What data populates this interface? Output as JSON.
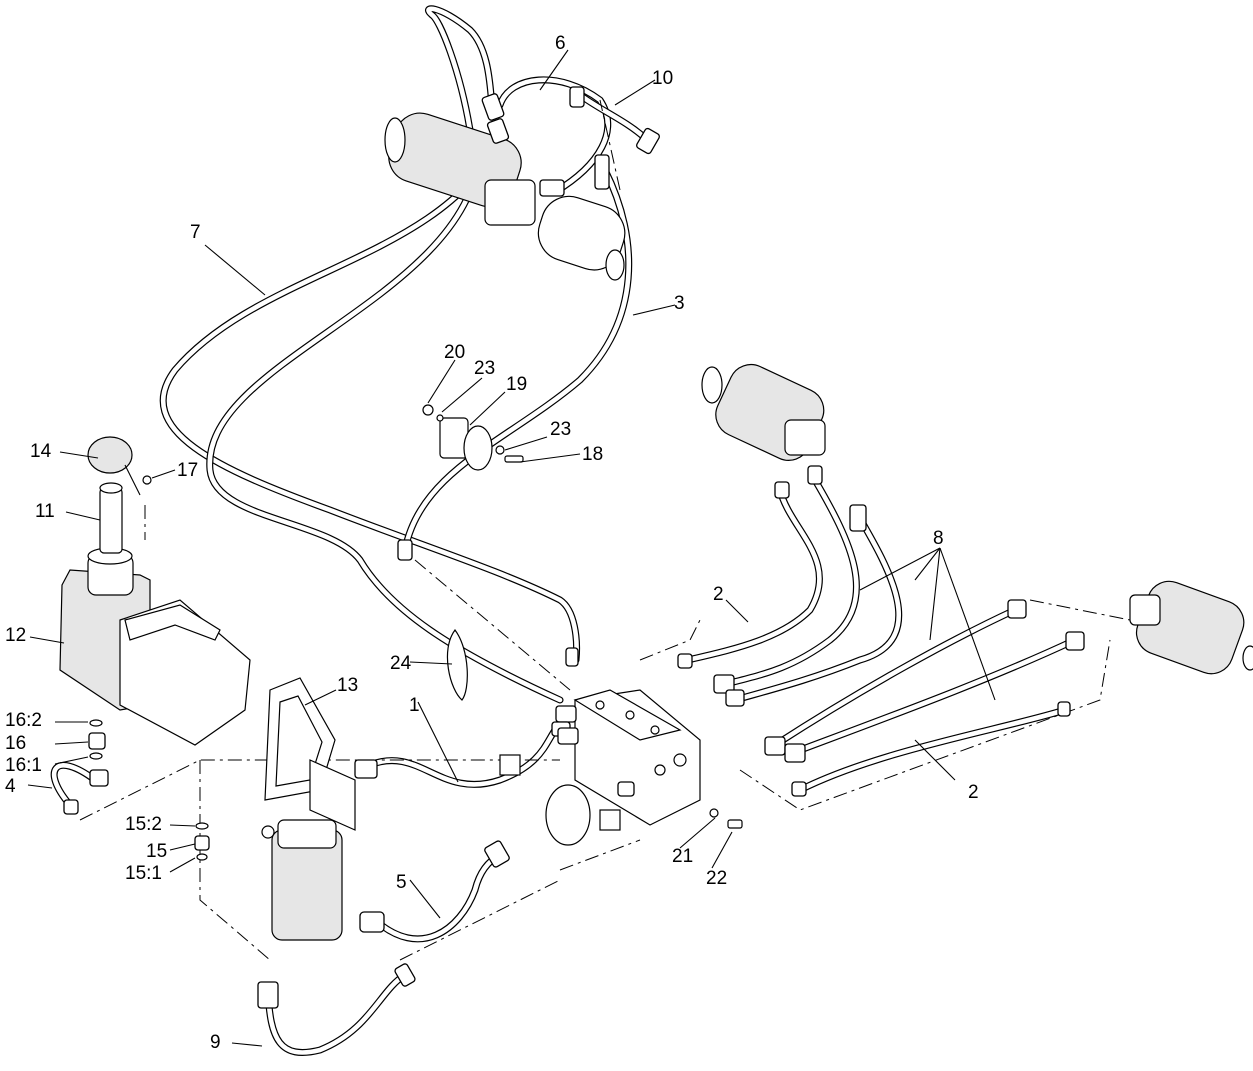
{
  "diagram": {
    "callouts": [
      {
        "id": "c1",
        "label": "1"
      },
      {
        "id": "c2a",
        "label": "2"
      },
      {
        "id": "c2b",
        "label": "2"
      },
      {
        "id": "c3",
        "label": "3"
      },
      {
        "id": "c4",
        "label": "4"
      },
      {
        "id": "c5",
        "label": "5"
      },
      {
        "id": "c6",
        "label": "6"
      },
      {
        "id": "c7",
        "label": "7"
      },
      {
        "id": "c8",
        "label": "8"
      },
      {
        "id": "c9",
        "label": "9"
      },
      {
        "id": "c10",
        "label": "10"
      },
      {
        "id": "c11",
        "label": "11"
      },
      {
        "id": "c12",
        "label": "12"
      },
      {
        "id": "c13",
        "label": "13"
      },
      {
        "id": "c14",
        "label": "14"
      },
      {
        "id": "c15",
        "label": "15"
      },
      {
        "id": "c15_1",
        "label": "15:1"
      },
      {
        "id": "c15_2",
        "label": "15:2"
      },
      {
        "id": "c16",
        "label": "16"
      },
      {
        "id": "c16_1",
        "label": "16:1"
      },
      {
        "id": "c16_2",
        "label": "16:2"
      },
      {
        "id": "c17",
        "label": "17"
      },
      {
        "id": "c18",
        "label": "18"
      },
      {
        "id": "c19",
        "label": "19"
      },
      {
        "id": "c20",
        "label": "20"
      },
      {
        "id": "c21",
        "label": "21"
      },
      {
        "id": "c22",
        "label": "22"
      },
      {
        "id": "c23a",
        "label": "23"
      },
      {
        "id": "c23b",
        "label": "23"
      },
      {
        "id": "c24",
        "label": "24"
      }
    ]
  }
}
